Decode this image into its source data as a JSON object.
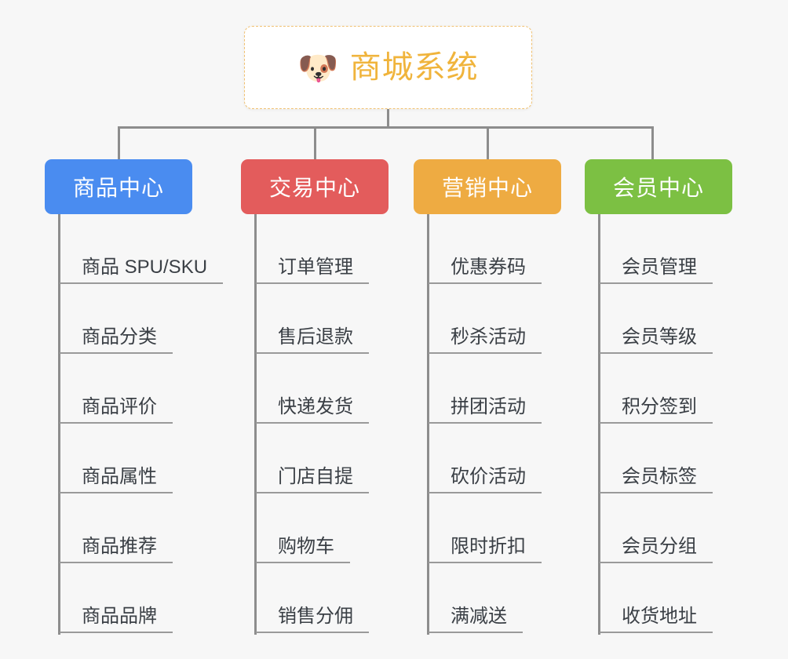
{
  "diagram": {
    "type": "mindmap-tree",
    "background_color": "#f7f7f7",
    "connector_color": "#8d8d8d",
    "root": {
      "title": "商城系统",
      "icon": "dog-face-emoji",
      "icon_glyph": "🐶",
      "border_color": "#f0c070",
      "text_color": "#f0b43c",
      "background_color": "#ffffff"
    },
    "categories": [
      {
        "label": "商品中心",
        "color": "#4a8cf0",
        "items": [
          "商品 SPU/SKU",
          "商品分类",
          "商品评价",
          "商品属性",
          "商品推荐",
          "商品品牌"
        ]
      },
      {
        "label": "交易中心",
        "color": "#e35c5c",
        "items": [
          "订单管理",
          "售后退款",
          "快递发货",
          "门店自提",
          "购物车",
          "销售分佣"
        ]
      },
      {
        "label": "营销中心",
        "color": "#eeab42",
        "items": [
          "优惠券码",
          "秒杀活动",
          "拼团活动",
          "砍价活动",
          "限时折扣",
          "满减送"
        ]
      },
      {
        "label": "会员中心",
        "color": "#7cc043",
        "items": [
          "会员管理",
          "会员等级",
          "积分签到",
          "会员标签",
          "会员分组",
          "收货地址"
        ]
      }
    ]
  }
}
